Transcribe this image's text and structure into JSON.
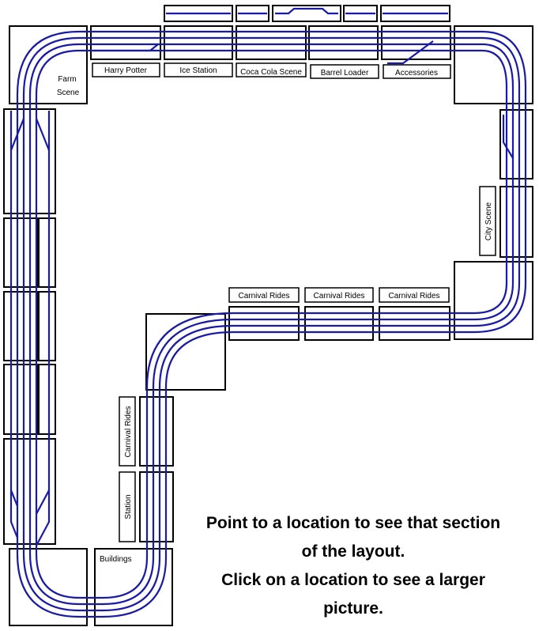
{
  "labels": {
    "harry_potter": "Harry Potter",
    "ice_station": "Ice Station",
    "coca_cola": "Coca Cola Scene",
    "barrel_loader": "Barrel Loader",
    "accessories": "Accessories",
    "farm_scene_1": "Farm",
    "farm_scene_2": "Scene",
    "city_scene": "City Scene",
    "carnival_rides_1": "Carnival Rides",
    "carnival_rides_2": "Carnival Rides",
    "carnival_rides_3": "Carnival Rides",
    "carnival_rides_4": "Carnival Rides",
    "station": "Station",
    "buildings": "Buildings"
  },
  "instructions": {
    "line1": "Point to a location to see that section",
    "line2": "of the layout.",
    "line3": "Click on a location to see a larger",
    "line4": "picture."
  },
  "colors": {
    "track": "#1a1aa8",
    "outline": "#000000",
    "background": "#ffffff"
  }
}
